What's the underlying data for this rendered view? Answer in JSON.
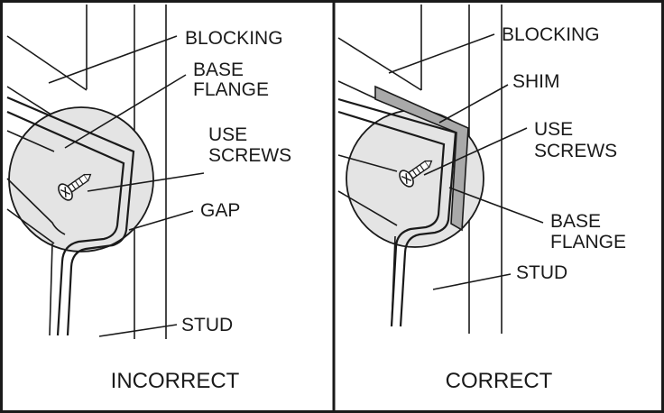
{
  "colors": {
    "border": "#1a1a1a",
    "circle_fill": "#e4e4e4",
    "shim_fill": "#a9a9a9",
    "stroke": "#1a1a1a"
  },
  "left_panel": {
    "labels": {
      "blocking": "BLOCKING",
      "base_flange_1": "BASE",
      "base_flange_2": "FLANGE",
      "use_screws_1": "USE",
      "use_screws_2": "SCREWS",
      "gap": "GAP",
      "stud": "STUD"
    },
    "caption": "INCORRECT"
  },
  "right_panel": {
    "labels": {
      "blocking": "BLOCKING",
      "shim": "SHIM",
      "use_screws_1": "USE",
      "use_screws_2": "SCREWS",
      "base_flange_1": "BASE",
      "base_flange_2": "FLANGE",
      "stud": "STUD"
    },
    "caption": "CORRECT"
  },
  "icons": [
    "screw-icon"
  ]
}
